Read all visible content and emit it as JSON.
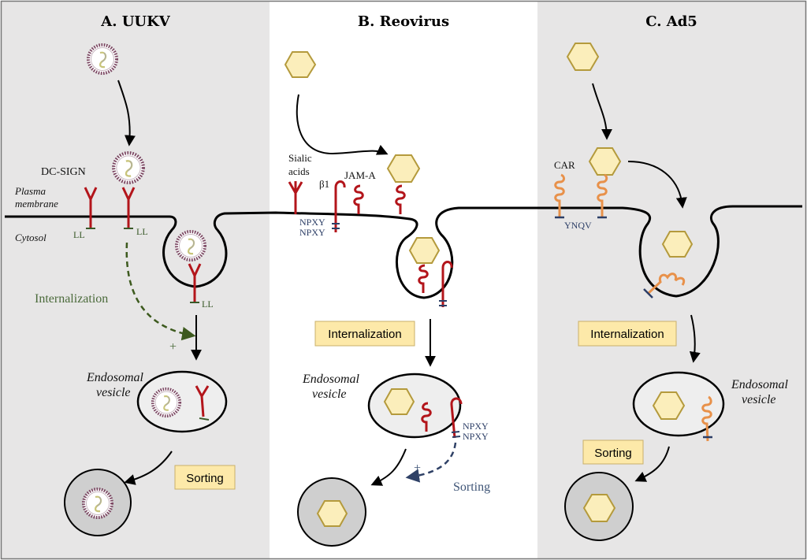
{
  "panels": {
    "a": {
      "title": "A. UUKV",
      "bg": "#e7e6e6"
    },
    "b": {
      "title": "B. Reovirus",
      "bg": "#ffffff"
    },
    "c": {
      "title": "C. Ad5",
      "bg": "#e7e6e6"
    }
  },
  "labels": {
    "dc_sign": "DC-SIGN",
    "plasma": "Plasma",
    "membrane": "membrane",
    "cytosol": "Cytosol",
    "ll": "LL",
    "internalization_green": "Internalization",
    "plus": "+",
    "endosomal": "Endosomal",
    "vesicle": "vesicle",
    "sorting": "Sorting",
    "sialic": "Sialic",
    "acids": "acids",
    "beta1": "β1",
    "jam_a": "JAM-A",
    "npxy": "NPXY",
    "internalization": "Internalization",
    "car": "CAR",
    "ynqv": "YNQV"
  },
  "colors": {
    "receptor_red": "#b3151b",
    "receptor_orange": "#e8914a",
    "virion_fill": "#fbeebb",
    "virion_stroke": "#b49a3c",
    "box_fill": "#fde9a9",
    "arrow_green": "#3d5a1e",
    "arrow_blue": "#2f4166",
    "lysosome": "#cfcfcf"
  }
}
